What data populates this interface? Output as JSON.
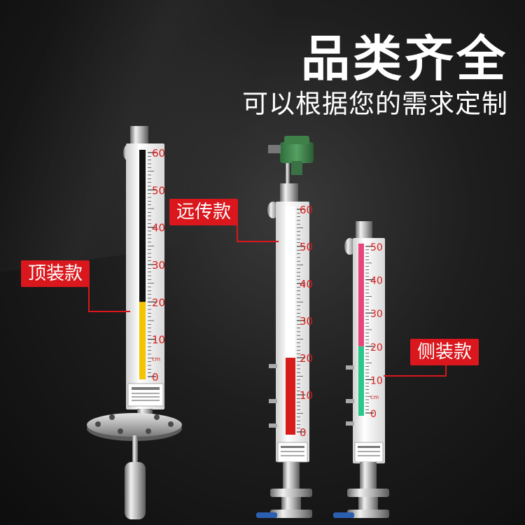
{
  "headline": "品类齐全",
  "subline": "可以根据您的需求定制",
  "labels": {
    "top_mount": "顶装款",
    "remote": "远传款",
    "side_mount": "侧装款"
  },
  "gauges": [
    {
      "id": "top",
      "max": 60,
      "level": 20,
      "unit": "cm",
      "ticks": [
        "60",
        "50",
        "40",
        "30",
        "20",
        "10",
        "0"
      ],
      "fill_color": "#f2c500",
      "empty_color": "#111111"
    },
    {
      "id": "remote",
      "max": 60,
      "level": 20,
      "unit": "",
      "ticks": [
        "60",
        "50",
        "40",
        "30",
        "20",
        "10",
        "0"
      ],
      "fill_color": "#d71c1c",
      "empty_color": "#ffffff"
    },
    {
      "id": "side",
      "max": 50,
      "level": 20,
      "unit": "cm",
      "ticks": [
        "50",
        "40",
        "30",
        "20",
        "10",
        "0"
      ],
      "fill_color": "#29c98a",
      "empty_color": "#e8457a"
    }
  ],
  "colors": {
    "label_bg": "#d9171c",
    "scale_text": "#d71c1c"
  }
}
